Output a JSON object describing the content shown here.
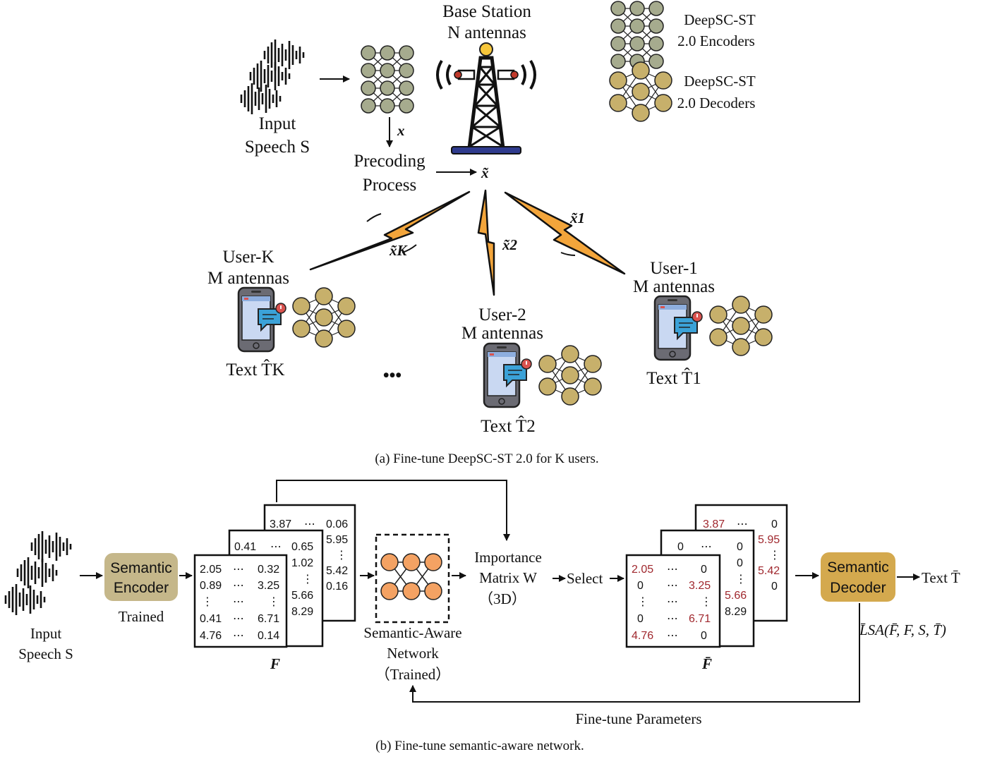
{
  "panel_a": {
    "base_station": {
      "title": "Base Station",
      "antennas": "N antennas"
    },
    "legend": {
      "encoders_line1": "DeepSC-ST",
      "encoders_line2": "2.0 Encoders",
      "decoders_line1": "DeepSC-ST",
      "decoders_line2": "2.0 Decoders"
    },
    "input_line1": "Input",
    "input_line2": "Speech S",
    "x_label": "x",
    "precoding_line1": "Precoding",
    "precoding_line2": "Process",
    "xtilde_label": "x̃",
    "link_k": "x̃K",
    "link_2": "x̃2",
    "link_1": "x̃1",
    "user_k": {
      "name": "User-K",
      "antennas": "M antennas",
      "text": "Text T̂K"
    },
    "user_2": {
      "name": "User-2",
      "antennas": "M antennas",
      "text": "Text T̂2"
    },
    "user_1": {
      "name": "User-1",
      "antennas": "M antennas",
      "text": "Text T̂1"
    },
    "ellipsis": "•••",
    "caption": "(a) Fine-tune DeepSC-ST 2.0 for K users."
  },
  "panel_b": {
    "input_line1": "Input",
    "input_line2": "Speech S",
    "encoder_line1": "Semantic",
    "encoder_line2": "Encoder",
    "encoder_status": "Trained",
    "matrix_f_label": "F",
    "matrix_f": {
      "back_row": [
        "3.87",
        "⋯",
        "0.06"
      ],
      "back_col": [
        "5.95",
        "⋮",
        "5.42",
        "0.16"
      ],
      "mid_row": [
        "0.41",
        "⋯",
        "0.65"
      ],
      "mid_col": [
        "1.02",
        "⋮",
        "5.66",
        "8.29"
      ],
      "front": [
        [
          "2.05",
          "⋯",
          "0.32"
        ],
        [
          "0.89",
          "⋯",
          "3.25"
        ],
        [
          "⋮",
          "⋯",
          "⋮"
        ],
        [
          "0.41",
          "⋯",
          "6.71"
        ],
        [
          "4.76",
          "⋯",
          "0.14"
        ]
      ]
    },
    "network_line1": "Semantic-Aware",
    "network_line2": "Network",
    "network_line3": "（Trained）",
    "importance_line1": "Importance",
    "importance_line2": "Matrix W",
    "importance_line3": "（3D）",
    "select_label": "Select",
    "matrix_fbar_label": "F̄",
    "matrix_fbar": {
      "back_row": [
        "3.87",
        "⋯",
        "0"
      ],
      "back_col": [
        "5.95",
        "⋮",
        "5.42",
        "0"
      ],
      "mid_row": [
        "0",
        "⋯",
        "0"
      ],
      "mid_col": [
        "0",
        "⋮",
        "5.66",
        "8.29"
      ],
      "front": [
        [
          "2.05",
          "⋯",
          "0"
        ],
        [
          "0",
          "⋯",
          "3.25"
        ],
        [
          "⋮",
          "⋯",
          "⋮"
        ],
        [
          "0",
          "⋯",
          "6.71"
        ],
        [
          "4.76",
          "⋯",
          "0"
        ]
      ]
    },
    "decoder_line1": "Semantic",
    "decoder_line2": "Decoder",
    "output_text": "Text T̄",
    "loss": "L̄SA(F̄, F, S, T̄)",
    "feedback_label": "Fine-tune Parameters",
    "caption": "(b) Fine-tune semantic-aware network."
  },
  "colors": {
    "encoder_node": "#a6ab8e",
    "decoder_node": "#c7b06b",
    "sa_node": "#f4a263",
    "encoder_box": "#c5b78a",
    "decoder_box": "#d4a94e",
    "lightning": "#f3a53b",
    "highlight_text": "#a0282e",
    "phone_screen": "#c9d8f2",
    "phone_body": "#6b6b73"
  }
}
